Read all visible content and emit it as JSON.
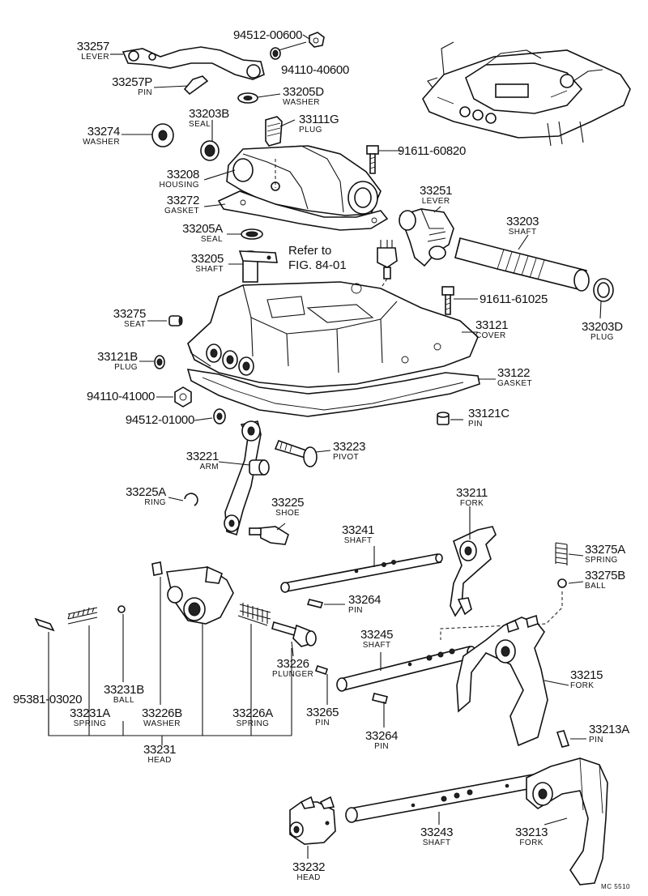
{
  "refer_note": {
    "line1": "Refer to",
    "line2": "FIG. 84-01"
  },
  "drawing_code": "MC  5510",
  "parts": [
    {
      "num": "33257",
      "name": "LEVER"
    },
    {
      "num": "94512-00600",
      "name": ""
    },
    {
      "num": "94110-40600",
      "name": ""
    },
    {
      "num": "33257P",
      "name": "PIN"
    },
    {
      "num": "33205D",
      "name": "WASHER"
    },
    {
      "num": "33203B",
      "name": "SEAL"
    },
    {
      "num": "33111G",
      "name": "PLUG"
    },
    {
      "num": "33274",
      "name": "WASHER"
    },
    {
      "num": "91611-60820",
      "name": ""
    },
    {
      "num": "33208",
      "name": "HOUSING"
    },
    {
      "num": "33272",
      "name": "GASKET"
    },
    {
      "num": "33251",
      "name": "LEVER"
    },
    {
      "num": "33203",
      "name": "SHAFT"
    },
    {
      "num": "33205A",
      "name": "SEAL"
    },
    {
      "num": "33205",
      "name": "SHAFT"
    },
    {
      "num": "91611-61025",
      "name": ""
    },
    {
      "num": "33203D",
      "name": "PLUG"
    },
    {
      "num": "33275",
      "name": "SEAT"
    },
    {
      "num": "33121",
      "name": "COVER"
    },
    {
      "num": "33121B",
      "name": "PLUG"
    },
    {
      "num": "33122",
      "name": "GASKET"
    },
    {
      "num": "94110-41000",
      "name": ""
    },
    {
      "num": "94512-01000",
      "name": ""
    },
    {
      "num": "33121C",
      "name": "PIN"
    },
    {
      "num": "33221",
      "name": "ARM"
    },
    {
      "num": "33223",
      "name": "PIVOT"
    },
    {
      "num": "33225A",
      "name": "RING"
    },
    {
      "num": "33225",
      "name": "SHOE"
    },
    {
      "num": "33211",
      "name": "FORK"
    },
    {
      "num": "33241",
      "name": "SHAFT"
    },
    {
      "num": "33275A",
      "name": "SPRING"
    },
    {
      "num": "33275B",
      "name": "BALL"
    },
    {
      "num": "33264",
      "name": "PIN"
    },
    {
      "num": "33245",
      "name": "SHAFT"
    },
    {
      "num": "33215",
      "name": "FORK"
    },
    {
      "num": "33226",
      "name": "PLUNGER"
    },
    {
      "num": "95381-03020",
      "name": ""
    },
    {
      "num": "33231B",
      "name": "BALL"
    },
    {
      "num": "33231A",
      "name": "SPRING"
    },
    {
      "num": "33226B",
      "name": "WASHER"
    },
    {
      "num": "33226A",
      "name": "SPRING"
    },
    {
      "num": "33265",
      "name": "PIN"
    },
    {
      "num": "33231",
      "name": "HEAD"
    },
    {
      "num": "33264",
      "name": "PIN"
    },
    {
      "num": "33213A",
      "name": "PIN"
    },
    {
      "num": "33243",
      "name": "SHAFT"
    },
    {
      "num": "33213",
      "name": "FORK"
    },
    {
      "num": "33232",
      "name": "HEAD"
    }
  ]
}
